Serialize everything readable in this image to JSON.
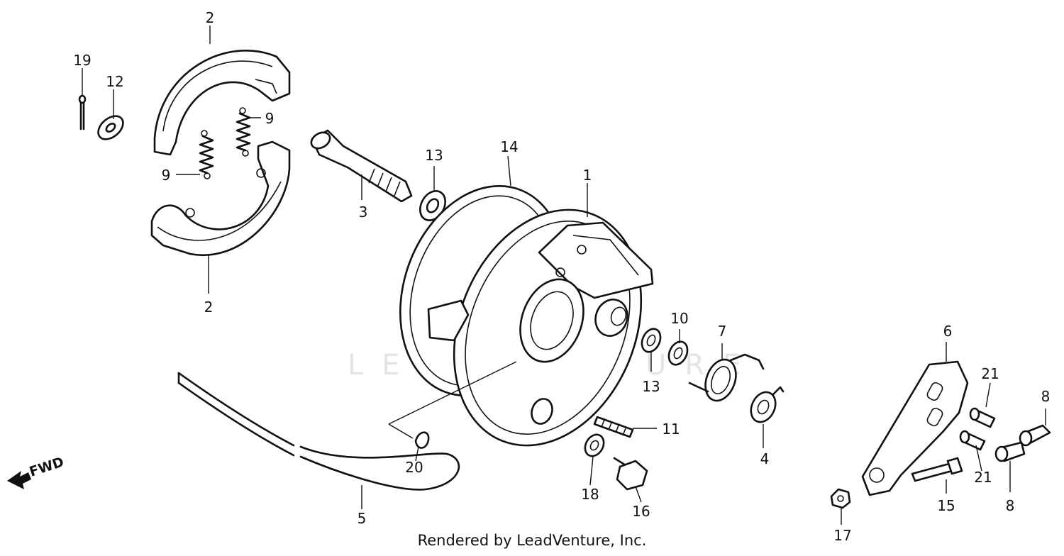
{
  "watermark": "LEADVENTURE",
  "credit": "Rendered by LeadVenture, Inc.",
  "direction_marker": "FWD",
  "callouts": [
    {
      "part": "brake-panel",
      "number": "1"
    },
    {
      "part": "brake-shoe-upper",
      "number": "2"
    },
    {
      "part": "brake-shoe-lower",
      "number": "2"
    },
    {
      "part": "brake-cam",
      "number": "3"
    },
    {
      "part": "wear-indicator-plate",
      "number": "4"
    },
    {
      "part": "breather-tube",
      "number": "5"
    },
    {
      "part": "brake-arm",
      "number": "6"
    },
    {
      "part": "return-spring",
      "number": "7"
    },
    {
      "part": "joint-pin-upper",
      "number": "8"
    },
    {
      "part": "joint-pin-lower",
      "number": "8"
    },
    {
      "part": "shoe-spring-right",
      "number": "9"
    },
    {
      "part": "shoe-spring-left",
      "number": "9"
    },
    {
      "part": "dust-seal",
      "number": "10"
    },
    {
      "part": "stud-bolt",
      "number": "11"
    },
    {
      "part": "washer",
      "number": "12"
    },
    {
      "part": "cam-seal-inner",
      "number": "13"
    },
    {
      "part": "cam-seal-outer",
      "number": "13"
    },
    {
      "part": "panel-seal",
      "number": "14"
    },
    {
      "part": "arm-bolt",
      "number": "15"
    },
    {
      "part": "flange-bolt",
      "number": "16"
    },
    {
      "part": "nut",
      "number": "17"
    },
    {
      "part": "panel-washer",
      "number": "18"
    },
    {
      "part": "cotter-pin",
      "number": "19"
    },
    {
      "part": "tube-clip",
      "number": "20"
    },
    {
      "part": "collar-upper",
      "number": "21"
    },
    {
      "part": "collar-lower",
      "number": "21"
    }
  ]
}
